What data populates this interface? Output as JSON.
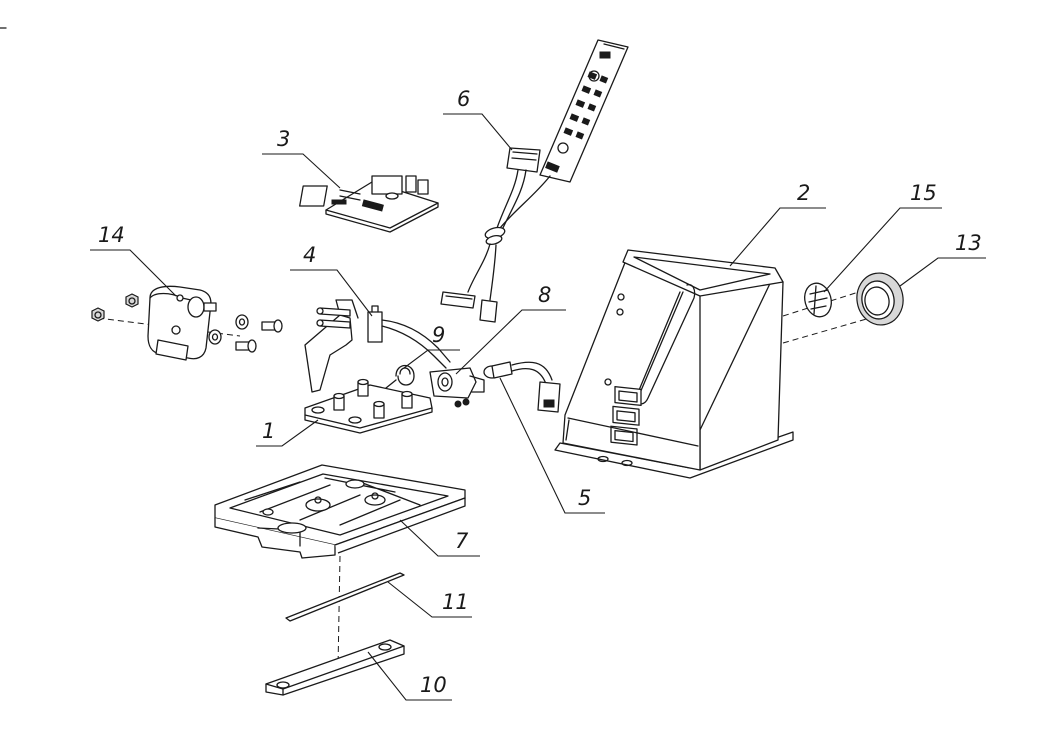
{
  "callouts": [
    {
      "id": "c1",
      "text": "1"
    },
    {
      "id": "c2",
      "text": "2"
    },
    {
      "id": "c3",
      "text": "3"
    },
    {
      "id": "c4",
      "text": "4"
    },
    {
      "id": "c5",
      "text": "5"
    },
    {
      "id": "c6",
      "text": "6"
    },
    {
      "id": "c7",
      "text": "7"
    },
    {
      "id": "c8",
      "text": "8"
    },
    {
      "id": "c9",
      "text": "9"
    },
    {
      "id": "c10",
      "text": "10"
    },
    {
      "id": "c11",
      "text": "11"
    },
    {
      "id": "c13",
      "text": "13"
    },
    {
      "id": "c14",
      "text": "14"
    },
    {
      "id": "c15",
      "text": "15"
    }
  ],
  "colors": {
    "line": "#1a1a1a",
    "background": "#ffffff",
    "fill": "#d8d8d8"
  }
}
